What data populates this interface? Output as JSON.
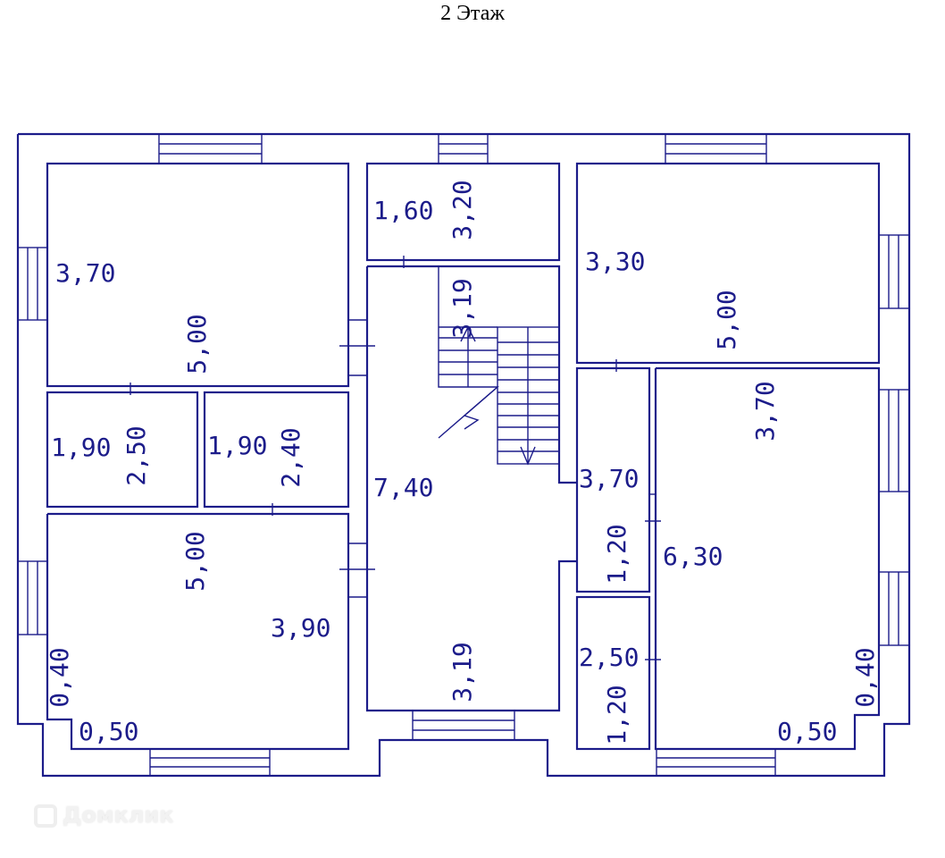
{
  "title": "2 Этаж",
  "watermark": "Домклик",
  "line_color": "#1c1c8a",
  "labels": [
    "3,70",
    "5,00",
    "1,60",
    "3,20",
    "3,19",
    "3,30",
    "5,00",
    "3,70",
    "1,90",
    "2,50",
    "1,90",
    "2,40",
    "7,40",
    "3,70",
    "5,00",
    "1,20",
    "6,30",
    "3,90",
    "2,50",
    "3,19",
    "0,40",
    "1,20",
    "0,40",
    "0,50",
    "0,50"
  ]
}
